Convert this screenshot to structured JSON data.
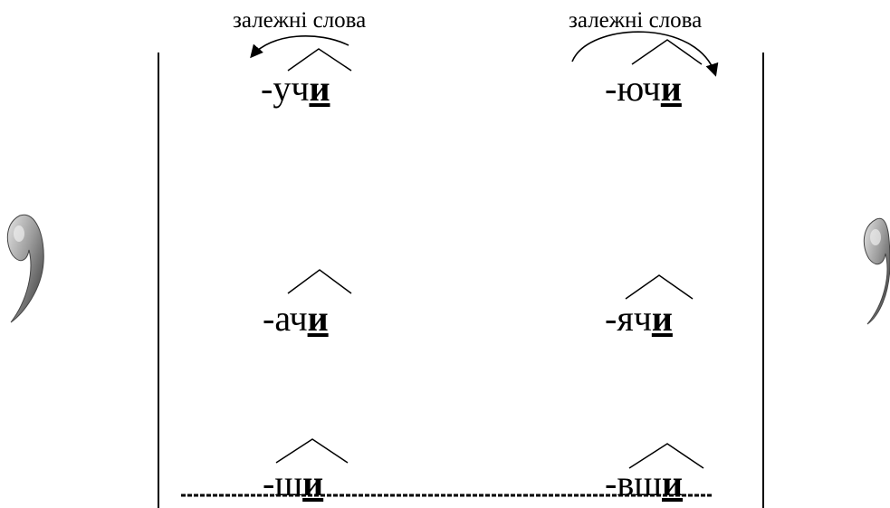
{
  "captions": {
    "left": "залежні слова",
    "right": "залежні слова"
  },
  "suffixes": {
    "r1_left": {
      "stem": "-уч",
      "ending": "и"
    },
    "r1_right": {
      "stem": "-юч",
      "ending": "и"
    },
    "r2_left": {
      "stem": "-ач",
      "ending": "и"
    },
    "r2_right": {
      "stem": "-яч",
      "ending": "и"
    },
    "r3_left": {
      "stem": "-ш",
      "ending": "и"
    },
    "r3_right": {
      "stem": "-вш",
      "ending": "и"
    }
  },
  "colors": {
    "ink": "#000000",
    "comma_light": "#c8c8c8",
    "comma_dark": "#3a3a3a"
  }
}
